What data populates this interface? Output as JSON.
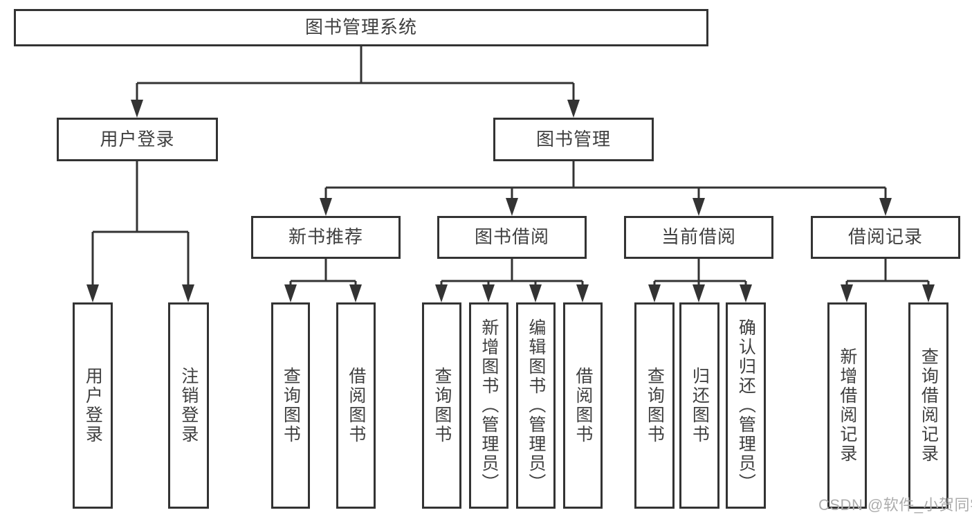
{
  "tree": {
    "label": "图书管理系统",
    "children": [
      {
        "label": "用户登录",
        "children": [
          {
            "label": "用户登录"
          },
          {
            "label": "注销登录"
          }
        ]
      },
      {
        "label": "图书管理",
        "children": [
          {
            "label": "新书推荐",
            "children": [
              {
                "label": "查询图书"
              },
              {
                "label": "借阅图书"
              }
            ]
          },
          {
            "label": "图书借阅",
            "children": [
              {
                "label": "查询图书"
              },
              {
                "label": "新增图书（管理员）"
              },
              {
                "label": "编辑图书（管理员）"
              },
              {
                "label": "借阅图书"
              }
            ]
          },
          {
            "label": "当前借阅",
            "children": [
              {
                "label": "查询图书"
              },
              {
                "label": "归还图书"
              },
              {
                "label": "确认归还（管理员）"
              }
            ]
          },
          {
            "label": "借阅记录",
            "children": [
              {
                "label": "新增借阅记录"
              },
              {
                "label": "查询借阅记录"
              }
            ]
          }
        ]
      }
    ]
  },
  "watermark": {
    "text": "CSDN @软件_小贺同学"
  },
  "colors": {
    "line": "#333333",
    "box_border": "#333333",
    "box_background": "#ffffff",
    "text": "#3f3f3f",
    "watermark": "#acacac",
    "page_background": "#ffffff"
  }
}
